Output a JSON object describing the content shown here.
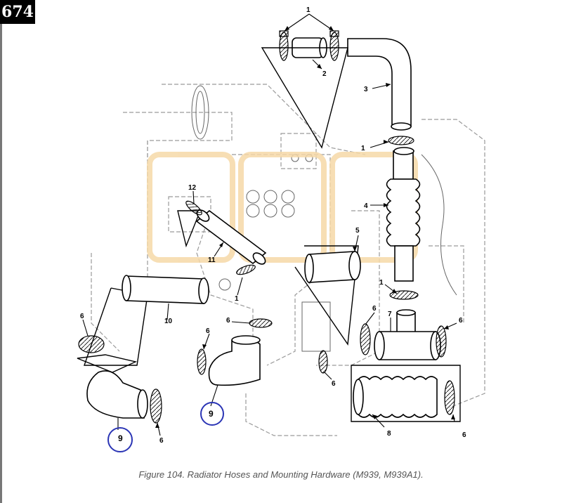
{
  "page_number": "674",
  "caption": "Figure 104.  Radiator Hoses and Mounting Hardware (M939, M939A1).",
  "callouts": {
    "c1": "1",
    "c2": "2",
    "c3": "3",
    "c4": "4",
    "c5": "5",
    "c6": "6",
    "c7": "7",
    "c8": "8",
    "c9": "9",
    "c10": "10",
    "c11": "11",
    "c12": "12"
  },
  "colors": {
    "line": "#000000",
    "highlight_circle": "#2b35b5",
    "watermark": "#f6d9a8",
    "ghost_line": "#9a9a9a"
  }
}
